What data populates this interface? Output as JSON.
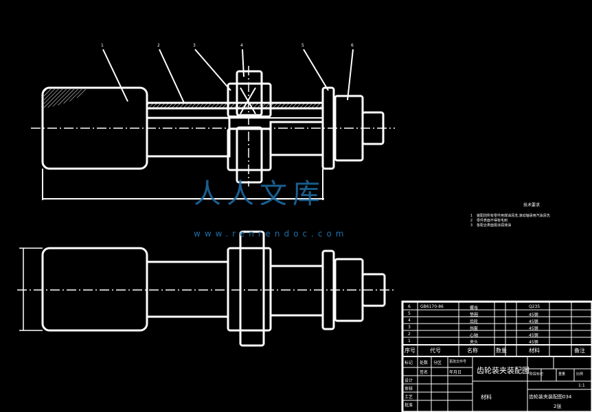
{
  "drawing": {
    "balloons": [
      "1",
      "2",
      "3",
      "4",
      "5",
      "6"
    ],
    "dimension_top": "",
    "dimension_left": ""
  },
  "technical_requirements": {
    "title": "技术要求",
    "items": [
      {
        "num": "1",
        "text": "装配前所有零件用煤油清洗,滚动轴承用汽油清洗"
      },
      {
        "num": "2",
        "text": "零件表面不得有毛刺"
      },
      {
        "num": "3",
        "text": "各配合表面需涂润滑油"
      }
    ]
  },
  "title_block": {
    "drawing_title": "齿轮装夹装配图",
    "parts_header": [
      "序号",
      "代号",
      "名称",
      "数量",
      "材料",
      "备注"
    ],
    "part_rows": [
      {
        "seq": "6",
        "code": "GB6170-86",
        "name": "螺母",
        "material": "Q235"
      },
      {
        "seq": "5",
        "code": "",
        "name": "垫圈",
        "material": "45钢"
      },
      {
        "seq": "4",
        "code": "",
        "name": "齿轮",
        "material": "45钢"
      },
      {
        "seq": "3",
        "code": "",
        "name": "挡套",
        "material": "45钢"
      },
      {
        "seq": "2",
        "code": "",
        "name": "心轴",
        "material": "45钢"
      },
      {
        "seq": "1",
        "code": "",
        "name": "夹头",
        "material": "45钢"
      }
    ],
    "sign_labels": [
      "标记",
      "处数",
      "分区",
      "更改文件号",
      "签名",
      "年月日"
    ],
    "design_labels": [
      "设计",
      "审核",
      "工艺",
      "批准"
    ],
    "stage_labels": [
      "阶段标记",
      "重量",
      "比例"
    ],
    "scale": "1:1",
    "material_label": "材料",
    "drawing_number": "齿轮装夹装配图034",
    "sheet": "2张"
  },
  "watermark": {
    "text": "人人文库",
    "url": "www.renrendoc.com"
  },
  "colors": {
    "background": "#000000",
    "line": "#ffffff",
    "watermark": "#1e6fa8"
  }
}
